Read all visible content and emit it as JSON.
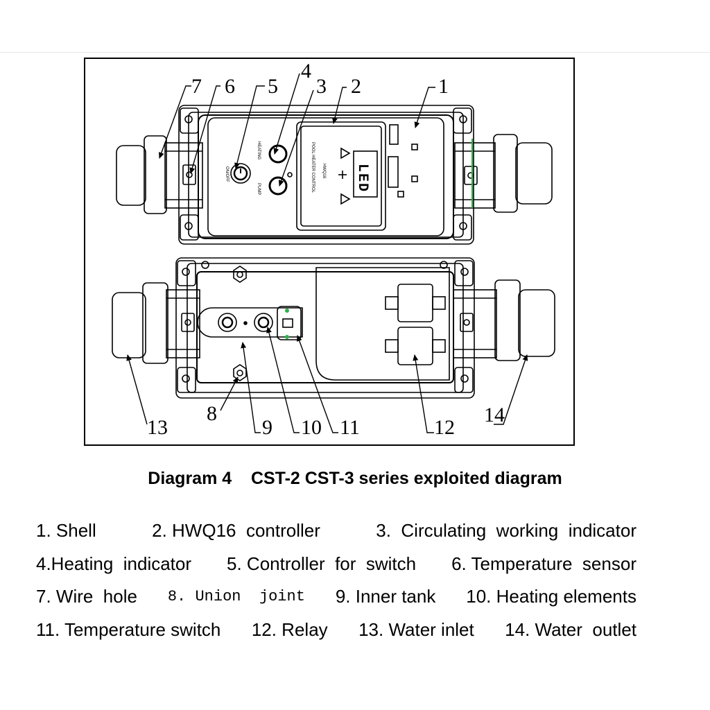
{
  "callouts": [
    "1",
    "2",
    "3",
    "4",
    "5",
    "6",
    "7",
    "8",
    "9",
    "10",
    "11",
    "12",
    "13",
    "14"
  ],
  "panel_text": {
    "pool_heater_control": "POOL HEATER CONTROL",
    "model": "HWQ16",
    "heating": "HEATING",
    "pump": "PUMP",
    "on_off": "ON/OFF",
    "display": "LED"
  },
  "caption": "Diagram 4    CST-2 CST-3 series exploited diagram",
  "legend": [
    [
      "1. Shell",
      "2. HWQ16  controller",
      "3.  Circulating  working  indicator"
    ],
    [
      "4.Heating  indicator",
      "5. Controller  for  switch",
      "6. Temperature  sensor"
    ],
    [
      "7. Wire  hole",
      "8. Union  joint",
      "9. Inner tank",
      "10. Heating elements"
    ],
    [
      "11. Temperature switch",
      "12. Relay",
      "13. Water inlet",
      "14. Water  outlet"
    ]
  ]
}
